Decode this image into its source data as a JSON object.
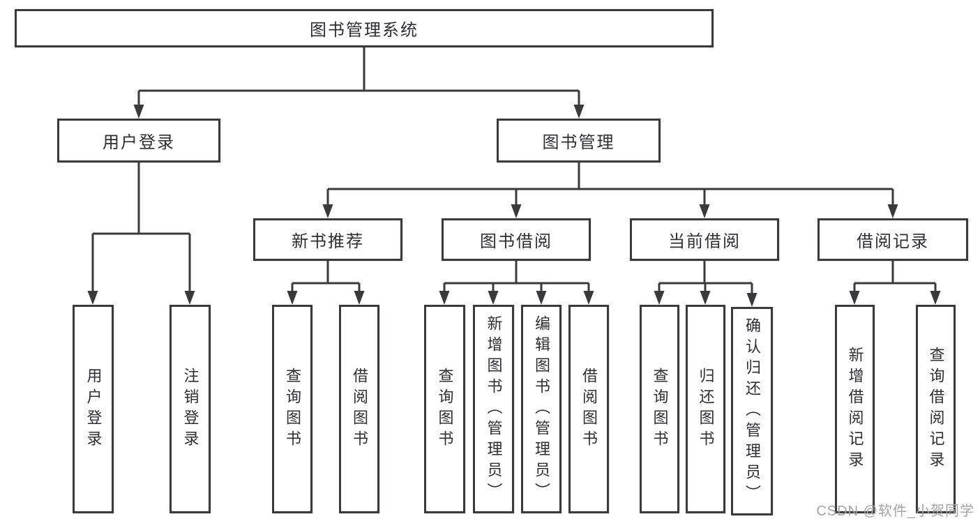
{
  "tree": {
    "root": "图书管理系统",
    "children": [
      {
        "label": "用户登录",
        "children": [
          {
            "label": "用户登录"
          },
          {
            "label": "注销登录"
          }
        ]
      },
      {
        "label": "图书管理",
        "children": [
          {
            "label": "新书推荐",
            "children": [
              {
                "label": "查询图书"
              },
              {
                "label": "借阅图书"
              }
            ]
          },
          {
            "label": "图书借阅",
            "children": [
              {
                "label": "查询图书"
              },
              {
                "label": "新增图书（管理员）"
              },
              {
                "label": "编辑图书（管理员）"
              },
              {
                "label": "借阅图书"
              }
            ]
          },
          {
            "label": "当前借阅",
            "children": [
              {
                "label": "查询图书"
              },
              {
                "label": "归还图书"
              },
              {
                "label": "确认归还（管理员）"
              }
            ]
          },
          {
            "label": "借阅记录",
            "children": [
              {
                "label": "新增借阅记录"
              },
              {
                "label": "查询借阅记录"
              }
            ]
          }
        ]
      }
    ]
  },
  "watermark": {
    "text": "CSDN @软件_小贺同学"
  },
  "colors": {
    "line": "#3a3a3c",
    "text": "#2f2f32",
    "watermark": "#a3a3a3"
  }
}
